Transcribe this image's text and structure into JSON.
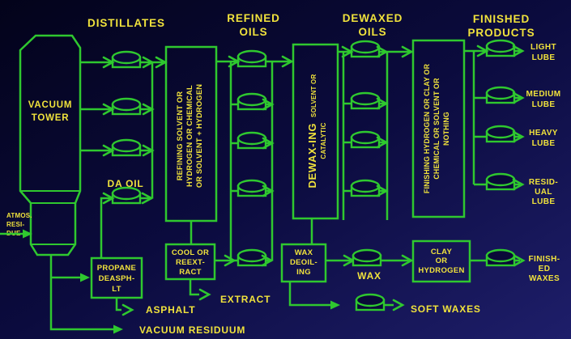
{
  "colors": {
    "background_top": "#03031a",
    "background_mid": "#0b0b3e",
    "background_bottom": "#1e1e6a",
    "line_green": "#2fc82f",
    "text_yellow": "#f0e23c",
    "tank_fill": "#0a0a38"
  },
  "headers": {
    "distillates": "DISTILLATES",
    "refined": [
      "REFINED",
      "OILS"
    ],
    "dewaxed": [
      "DEWAXED",
      "OILS"
    ],
    "finished": [
      "FINISHED",
      "PRODUCTS"
    ]
  },
  "tower": {
    "label": [
      "VACUUM",
      "TOWER"
    ],
    "feed": [
      "ATMOS.",
      "RESI-",
      "DUE"
    ]
  },
  "streams": {
    "da_oil": "DA OIL",
    "asphalt": "ASPHALT",
    "vacuum_residuum": "VACUUM RESIDUUM",
    "extract": "EXTRACT",
    "wax": "WAX",
    "soft_waxes": "SOFT  WAXES",
    "finished_waxes": [
      "FINISH-",
      "ED",
      "WAXES"
    ],
    "light_lube": [
      "LIGHT",
      "LUBE"
    ],
    "medium_lube": [
      "MEDIUM",
      "LUBE"
    ],
    "heavy_lube": [
      "HEAVY",
      "LUBE"
    ],
    "residual_lube": [
      "RESID-",
      "UAL",
      "LUBE"
    ]
  },
  "boxes": {
    "refining": {
      "lines": [
        "REFINING SOLVENT  OR",
        "HYDROGEN  OR CHEMICAL",
        "OR SOLVENT + HYDROGEN"
      ]
    },
    "dewaxing": {
      "title": "DEWAX-ING",
      "subtitle": "SOLVENT OR",
      "line2": "CATALYTIC"
    },
    "finishing": {
      "lines": [
        "FINISHING HYDROGEN OR CLAY OR",
        "CHEMICAL OR SOLVENT OR",
        "NOTHING"
      ]
    },
    "propane_deasphalter": [
      "PROPANE",
      "DEASPH-",
      "LT"
    ],
    "cool_reextract": [
      "COOL OR",
      "REEXT-",
      "RACT"
    ],
    "wax_deoiling": [
      "WAX",
      "DEOIL-",
      "ING"
    ],
    "clay_hydrogen": [
      "CLAY",
      "OR",
      "HYDROGEN"
    ]
  }
}
